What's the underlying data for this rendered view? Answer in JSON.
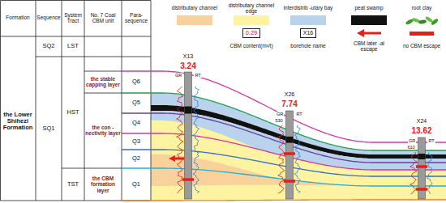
{
  "diagram": {
    "nodes": [
      {
        "text": [
          "X13",
          "3.24"
        ]
      },
      {
        "text": [
          "X26",
          "7.74"
        ]
      },
      {
        "text": [
          "X24",
          "13.62"
        ]
      }
    ],
    "labels": [
      "Formation",
      "Sequence",
      "System Tract",
      "No. 7 Coal CBM unit",
      "Para-sequence",
      "the Lower Shihezi Formation",
      "SQ2",
      "SQ1",
      "LST",
      "HST",
      "TST",
      "the stable capping layer",
      "the con -nectivity layer",
      "the CBM formation layer",
      "Q6",
      "Q5",
      "Q4",
      "Q3",
      "Q2",
      "Q1",
      "0.29",
      "X16",
      "GR",
      "RT",
      "GR",
      "530",
      "RT",
      "GR",
      "610",
      "RT"
    ],
    "legend": [
      {
        "text": "distributary channel",
        "color": "#f8d19b"
      },
      {
        "text": "distributary channel edge",
        "color": "#fdf3a0"
      },
      {
        "text": "interdistrib -utary bay",
        "color": "#b9d3ec"
      },
      {
        "text": "peat swamp",
        "color": "#111111"
      },
      {
        "text": "root clay"
      },
      {
        "text": "CBM content(m³/t)"
      },
      {
        "text": "borehole name"
      },
      {
        "text": "CBM later -al escape"
      },
      {
        "text": "no CBM escape",
        "color": "#e32119"
      }
    ]
  }
}
